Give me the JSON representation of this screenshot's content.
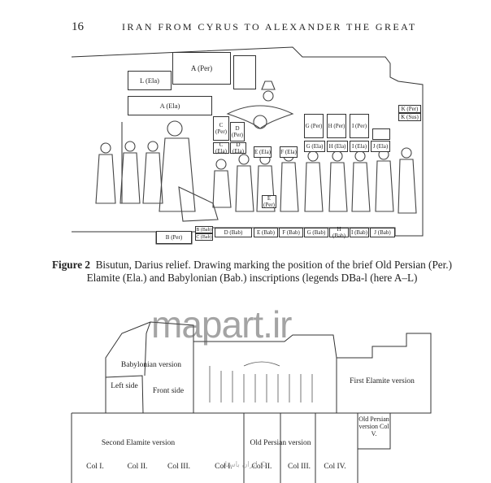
{
  "header": {
    "page_number": "16",
    "running_title": "IRAN FROM CYRUS TO ALEXANDER THE GREAT"
  },
  "figure1": {
    "labels": {
      "a_per": "A (Per)",
      "l_ela": "L (Ela)",
      "a_ela": "A (Ela)",
      "c_per": "C (Per)",
      "d_per": "D (Per)",
      "c_ela": "C (Ela)",
      "d_ela": "D (Ela)",
      "e_ela": "E (Ela)",
      "f_ela": "F (Ela)",
      "g_per": "G (Per)",
      "h_per": "H (Per)",
      "i_per": "I (Per)",
      "g_ela": "G (Ela)",
      "h_ela": "H (Ela)",
      "i_ela": "I (Ela)",
      "j_ela": "J (Ela)",
      "k_per": "K (Per)",
      "k_sus": "K (Sus)",
      "e_per": "E (Per)",
      "b_per": "B (Per)",
      "b_bab": "B (Bab)",
      "c_bab": "C (Bab)",
      "d_bab": "D (Bab)",
      "e_bab": "E (Bab)",
      "f_bab": "F (Bab)",
      "g_bab": "G (Bab)",
      "h_bab": "H (Bab)",
      "i_bab": "I (Bab)",
      "j_bab": "J (Bab)"
    }
  },
  "caption": {
    "bold": "Figure 2",
    "text": "Bisutun, Darius relief. Drawing marking the position of the brief Old Persian (Per.) Elamite (Ela.) and Babylonian (Bab.) inscriptions (legends DBa-l (here A–L)"
  },
  "figure2": {
    "babylonian": "Babylonian version",
    "left_side": "Left side",
    "front_side": "Front side",
    "first_elamite": "First Elamite version",
    "old_persian_col5": "Old Persian version Col V.",
    "second_elamite": "Second Elamite version",
    "old_persian": "Old Persian version",
    "cols_left": [
      "Col I.",
      "Col II.",
      "Col III."
    ],
    "cols_right": [
      "Col I.",
      "Col II.",
      "Col III.",
      "Col IV."
    ]
  },
  "watermark": {
    "text": "mapart.ir",
    "sub": "ایران باستان ©"
  }
}
